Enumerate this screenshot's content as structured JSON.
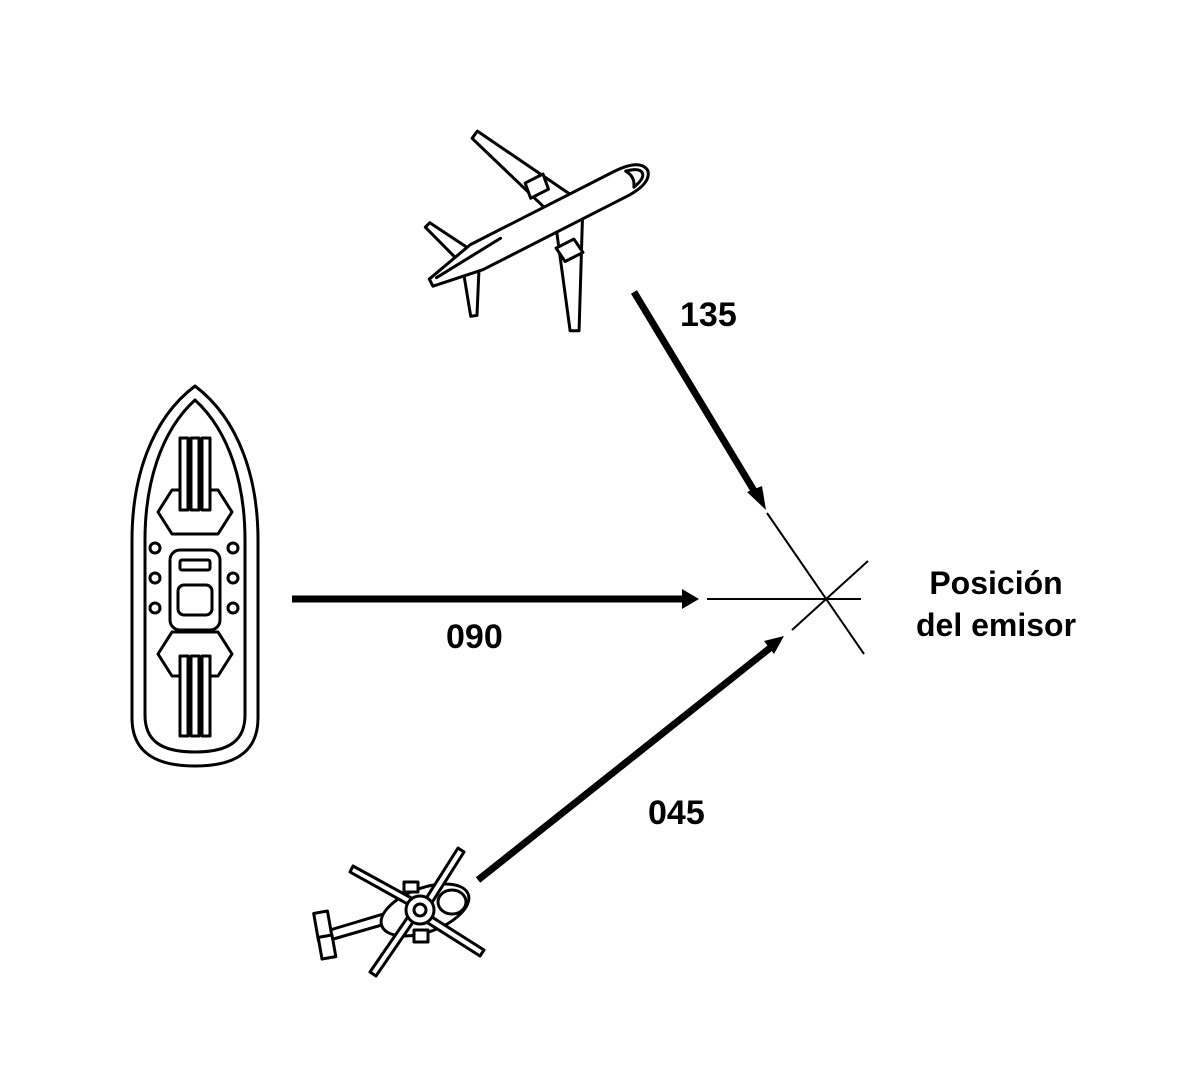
{
  "diagram": {
    "bearings": {
      "aircraft": "135",
      "ship": "090",
      "helicopter": "045"
    },
    "emitter_label": {
      "line1": "Posición",
      "line2": "del emisor"
    },
    "colors": {
      "ink": "#000000",
      "background": "#ffffff"
    }
  }
}
